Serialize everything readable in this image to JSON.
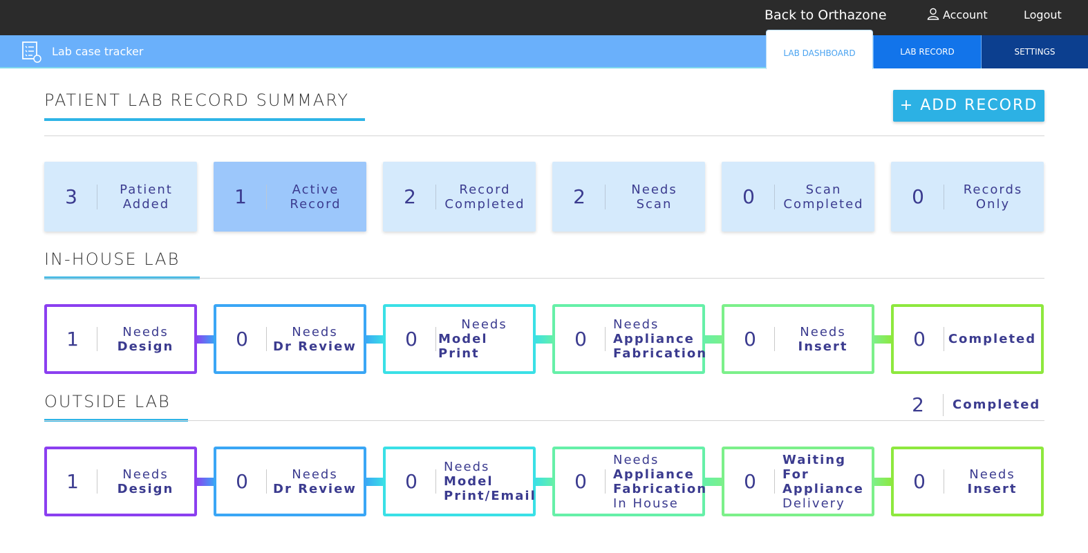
{
  "topbar": {
    "back_label": "Back to Orthazone",
    "account_label": "Account",
    "logout_label": "Logout"
  },
  "app": {
    "title": "Lab case tracker"
  },
  "tabs": [
    {
      "label": "LAB DASHBOARD",
      "active": true
    },
    {
      "label": "LAB RECORD",
      "active": false
    },
    {
      "label": "SETTINGS",
      "active": false
    }
  ],
  "summary": {
    "title": "PATIENT LAB RECORD SUMMARY",
    "add_button": "+  ADD RECORD",
    "cards": [
      {
        "count": "3",
        "line1": "Patient",
        "line2": "Added",
        "active": false
      },
      {
        "count": "1",
        "line1": "Active",
        "line2": "Record",
        "active": true
      },
      {
        "count": "2",
        "line1": "Record",
        "line2": "Completed",
        "active": false
      },
      {
        "count": "2",
        "line1": "Needs",
        "line2": "Scan",
        "active": false
      },
      {
        "count": "0",
        "line1": "Scan",
        "line2": "Completed",
        "active": false
      },
      {
        "count": "0",
        "line1": "Records",
        "line2": "Only",
        "active": false
      }
    ]
  },
  "inhouse": {
    "title": "IN-HOUSE LAB",
    "steps": [
      {
        "count": "1",
        "line1": "Needs",
        "line2": "Design",
        "line3": ""
      },
      {
        "count": "0",
        "line1": "Needs",
        "line2": "Dr Review",
        "line3": ""
      },
      {
        "count": "0",
        "line1": "Needs",
        "line2": "Model Print",
        "line3": ""
      },
      {
        "count": "0",
        "line1": "Needs",
        "line2": "Appliance",
        "line3": "Fabrication"
      },
      {
        "count": "0",
        "line1": "Needs",
        "line2": "Insert",
        "line3": ""
      },
      {
        "count": "0",
        "line1": "",
        "line2": "Completed",
        "line3": ""
      }
    ]
  },
  "outside": {
    "title": "OUTSIDE LAB",
    "completed_count": "2",
    "completed_label": "Completed",
    "steps": [
      {
        "count": "1",
        "line1": "Needs",
        "line2": "Design",
        "line3": "",
        "line4": ""
      },
      {
        "count": "0",
        "line1": "Needs",
        "line2": "Dr Review",
        "line3": "",
        "line4": ""
      },
      {
        "count": "0",
        "line1": "Needs",
        "line2": "Model",
        "line3": "Print/Email",
        "line4": ""
      },
      {
        "count": "0",
        "line1": "Needs",
        "line2": "Appliance",
        "line3": "Fabrication",
        "line4": "In House"
      },
      {
        "count": "0",
        "line1": "",
        "line2": "Waiting For",
        "line3": "Appliance",
        "line4": "Delivery"
      },
      {
        "count": "0",
        "line1": "Needs",
        "line2": "Insert",
        "line3": "",
        "line4": ""
      }
    ]
  },
  "colors": {
    "topbar": "#2b2b2b",
    "bluebar": "#6ab0fb",
    "accent": "#2eb4e6",
    "text": "#3b3b8f",
    "stages": [
      "#8b3ff0",
      "#3aa6f5",
      "#3ae0e6",
      "#66f0a8",
      "#7cf08a",
      "#8ee83e"
    ]
  },
  "icons": {
    "account": "user-icon",
    "app": "checklist-icon"
  }
}
